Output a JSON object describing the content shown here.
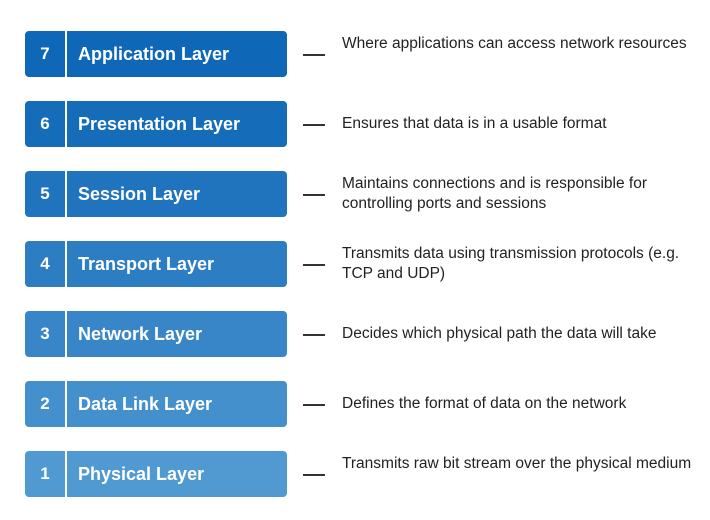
{
  "layers": [
    {
      "number": "7",
      "name": "Application Layer",
      "description": "Where applications can access network resources",
      "color": "#0f67b7"
    },
    {
      "number": "6",
      "name": "Presentation Layer",
      "description": "Ensures that data is in a usable format",
      "color": "#156db9"
    },
    {
      "number": "5",
      "name": "Session Layer",
      "description": "Maintains connections and is responsible for controlling ports and sessions",
      "color": "#1f74bd"
    },
    {
      "number": "4",
      "name": "Transport Layer",
      "description": "Transmits data using transmission protocols (e.g. TCP and UDP)",
      "color": "#2c7dc2"
    },
    {
      "number": "3",
      "name": "Network Layer",
      "description": "Decides which physical path the data will take",
      "color": "#3886c7"
    },
    {
      "number": "2",
      "name": "Data Link Layer",
      "description": "Defines the format of data on the network",
      "color": "#4490cc"
    },
    {
      "number": "1",
      "name": "Physical Layer",
      "description": "Transmits raw bit stream over the physical medium",
      "color": "#509ad1"
    }
  ]
}
